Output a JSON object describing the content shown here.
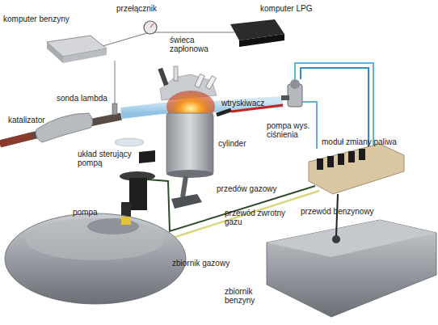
{
  "diagram": {
    "labels": [
      "komputer benzyny",
      "przełącznik",
      "komputer LPG",
      "świeca zapłonowa",
      "sonda lambda",
      "katalizator",
      "wtryskiwacz",
      "pompa wys. ciśnienia",
      "cylinder",
      "moduł zmiany paliwa",
      "układ sterujący pompą",
      "przedów gazowy",
      "pompa",
      "przewód zwrotny gazu",
      "przewód benzynowy",
      "zbiornik gazowy",
      "zbiornik benzyny"
    ]
  }
}
